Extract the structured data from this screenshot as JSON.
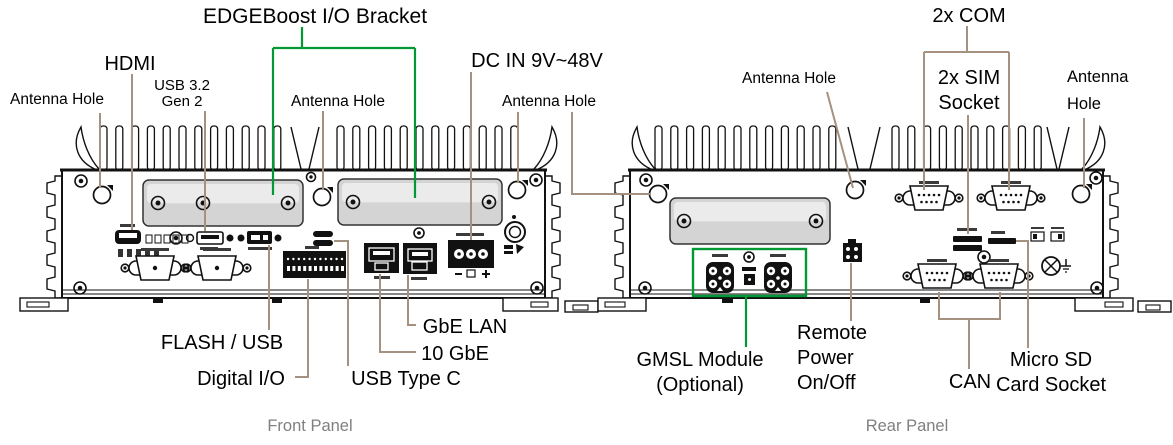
{
  "colors": {
    "ink": "#111111",
    "leader": "#a5917f",
    "highlight_green": "#009933",
    "caption_gray": "#808080",
    "slot_gray": "#d4d4d4"
  },
  "front_panel": {
    "caption": "Front Panel",
    "labels": {
      "edgeboost": "EDGEBoost I/O Bracket",
      "hdmi": "HDMI",
      "usb32": "USB 3.2\nGen 2",
      "antenna_left": "Antenna Hole",
      "antenna_mid": "Antenna Hole",
      "antenna_right": "Antenna Hole",
      "dc_in": "DC IN 9V~48V",
      "flash_usb": "FLASH / USB",
      "digital_io": "Digital I/O",
      "usb_type_c": "USB Type C",
      "ten_gbe": "10 GbE",
      "gbe_lan": "GbE LAN"
    }
  },
  "rear_panel": {
    "caption": "Rear Panel",
    "labels": {
      "com": "2x COM",
      "antenna_mid": "Antenna Hole",
      "sim": "2x SIM\nSocket",
      "antenna_right": "Antenna\nHole",
      "gmsl": "GMSL Module\n(Optional)",
      "remote_power": "Remote\nPower\nOn/Off",
      "can": "CAN",
      "micro_sd": "Micro SD\nCard Socket"
    }
  }
}
